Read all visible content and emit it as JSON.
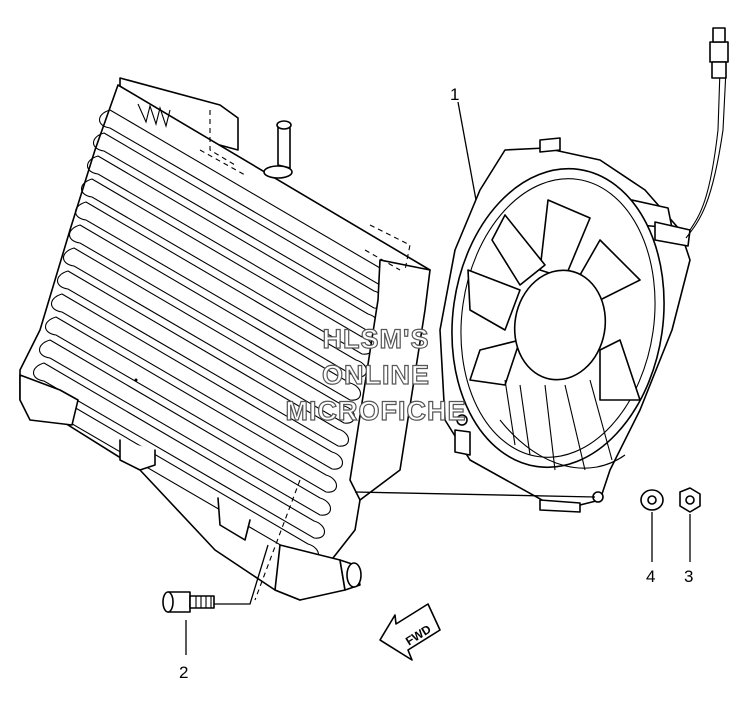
{
  "diagram": {
    "callouts": [
      {
        "id": "1",
        "part": "fan-assembly"
      },
      {
        "id": "2",
        "part": "bolt"
      },
      {
        "id": "3",
        "part": "nut"
      },
      {
        "id": "4",
        "part": "washer"
      }
    ],
    "direction_marker": "FWD",
    "watermark": [
      "HLSM'S",
      "ONLINE",
      "MICROFICHE"
    ]
  }
}
